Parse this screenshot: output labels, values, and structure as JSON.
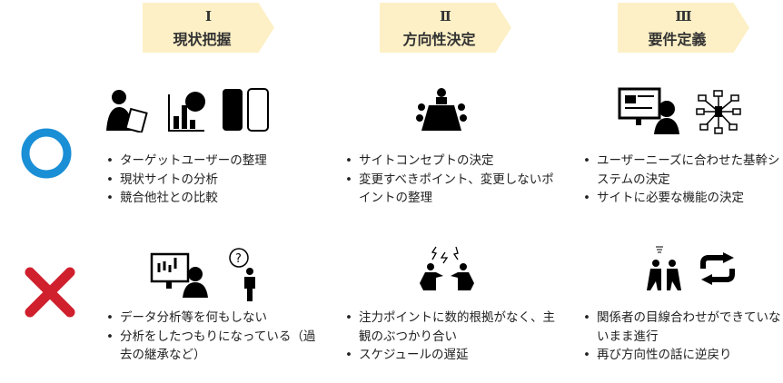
{
  "phases": [
    {
      "num": "Ⅰ",
      "title": "現状把握"
    },
    {
      "num": "Ⅱ",
      "title": "方向性決定"
    },
    {
      "num": "Ⅲ",
      "title": "要件定義"
    }
  ],
  "good": {
    "mark": "circle-icon",
    "color": "#1a8fd6",
    "columns": [
      {
        "items": [
          "ターゲットユーザーの整理",
          "現状サイトの分析",
          "競合他社との比較"
        ]
      },
      {
        "items": [
          "サイトコンセプトの決定",
          "変更すべきポイント、変更しないポイントの整理"
        ]
      },
      {
        "items": [
          "ユーザーニーズに合わせた基幹システムの決定",
          "サイトに必要な機能の決定"
        ]
      }
    ]
  },
  "bad": {
    "mark": "cross-icon",
    "color": "#d0202e",
    "columns": [
      {
        "items": [
          "データ分析等を何もしない",
          "分析をしたつもりになっている（過去の継承など）"
        ]
      },
      {
        "items": [
          "注力ポイントに数的根拠がなく、主観のぶつかり合い",
          "スケジュールの遅延"
        ]
      },
      {
        "items": [
          "関係者の目線合わせができていないまま進行",
          "再び方向性の話に逆戻り"
        ]
      }
    ]
  },
  "banner_color": "#fdf0c6"
}
